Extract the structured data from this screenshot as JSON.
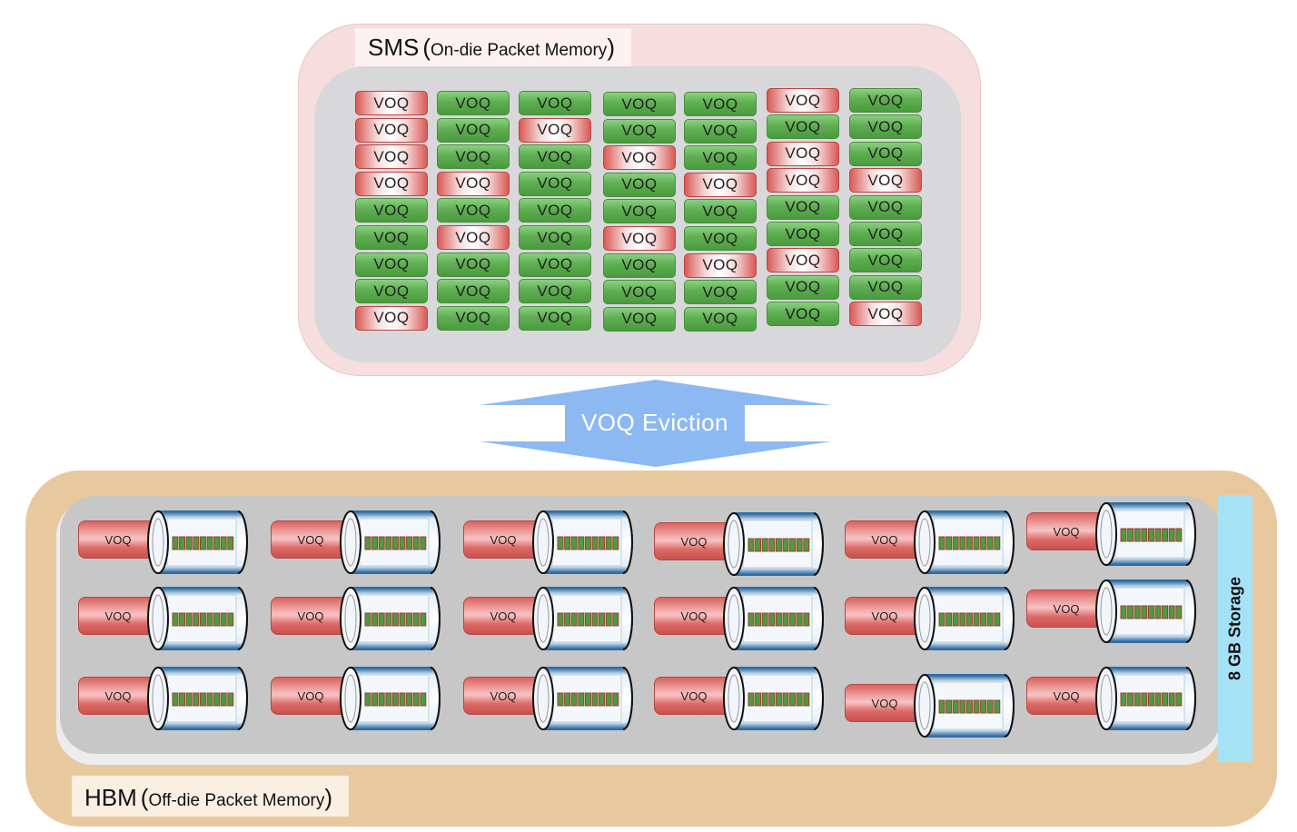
{
  "sms": {
    "title_main": "SMS",
    "title_open": "(",
    "title_detail": "On-die Packet Memory",
    "title_close": ")"
  },
  "eviction": {
    "label": "VOQ Eviction"
  },
  "voq_label": "VOQ",
  "sms_grid": {
    "columns": [
      [
        "red",
        "red",
        "red",
        "red",
        "green",
        "green",
        "green",
        "green",
        "red"
      ],
      [
        "green",
        "green",
        "green",
        "red",
        "green",
        "red",
        "green",
        "green",
        "green"
      ],
      [
        "green",
        "red",
        "green",
        "green",
        "green",
        "green",
        "green",
        "green",
        "green"
      ],
      [
        "green",
        "green",
        "red",
        "green",
        "green",
        "red",
        "green",
        "green",
        "green"
      ],
      [
        "green",
        "green",
        "green",
        "red",
        "green",
        "green",
        "red",
        "green",
        "green"
      ],
      [
        "red",
        "green",
        "red",
        "red",
        "green",
        "green",
        "red",
        "green",
        "green"
      ],
      [
        "green",
        "green",
        "green",
        "red",
        "green",
        "green",
        "green",
        "green",
        "red"
      ]
    ]
  },
  "hbm": {
    "title_main": "HBM",
    "title_open": "(",
    "title_detail": "Off-die Packet Memory",
    "title_close": ")",
    "storage_label": "8 GB Storage",
    "rows": 3,
    "columns": 6
  },
  "colors": {
    "voq_occupied": "#d95a56",
    "voq_free": "#5fae52",
    "eviction_arrow": "#8db9f2",
    "sms_background": "#f6dede",
    "hbm_background": "#e8c99f",
    "storage": "#a6e2f6"
  }
}
